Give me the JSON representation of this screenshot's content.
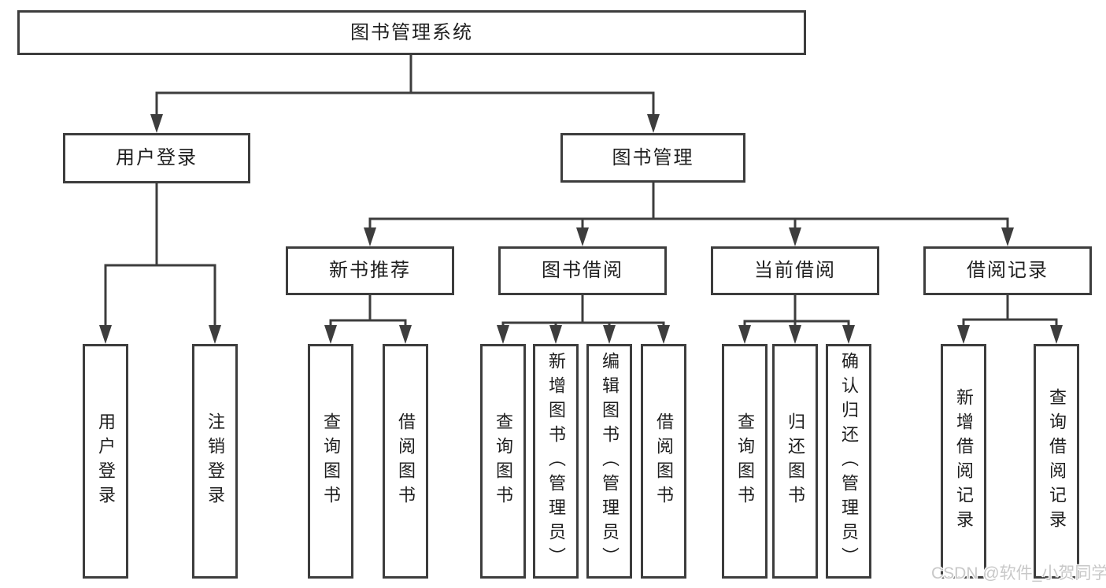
{
  "tree": {
    "root": {
      "label": "图书管理系统"
    },
    "children": [
      {
        "label": "用户登录",
        "children": [
          {
            "label": "用户登录"
          },
          {
            "label": "注销登录"
          }
        ]
      },
      {
        "label": "图书管理",
        "children": [
          {
            "label": "新书推荐",
            "children": [
              {
                "label": "查询图书"
              },
              {
                "label": "借阅图书"
              }
            ]
          },
          {
            "label": "图书借阅",
            "children": [
              {
                "label": "查询图书"
              },
              {
                "label": "新增图书（管理员）"
              },
              {
                "label": "编辑图书（管理员）"
              },
              {
                "label": "借阅图书"
              }
            ]
          },
          {
            "label": "当前借阅",
            "children": [
              {
                "label": "查询图书"
              },
              {
                "label": "归还图书"
              },
              {
                "label": "确认归还（管理员）"
              }
            ]
          },
          {
            "label": "借阅记录",
            "children": [
              {
                "label": "新增借阅记录"
              },
              {
                "label": "查询借阅记录"
              }
            ]
          }
        ]
      }
    ]
  },
  "watermark": {
    "text": "CSDN @软件_小贺同学"
  },
  "colors": {
    "background": "#ffffff",
    "line": "#3d3d3d",
    "box_border": "#3d3d3d",
    "text": "#1f1f1f",
    "watermark": "#c8c8c8"
  }
}
